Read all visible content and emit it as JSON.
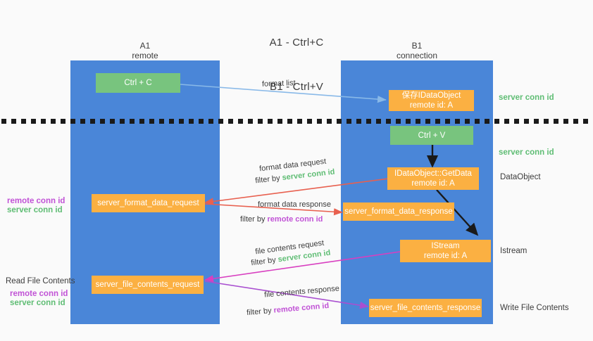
{
  "title": {
    "line1": "A1 - Ctrl+C",
    "line2": "B1 - Ctrl+V"
  },
  "columns": [
    {
      "name": "A1",
      "sub": "remote"
    },
    {
      "name": "B1",
      "sub": "connection"
    }
  ],
  "colors": {
    "lane": "#4a86d8",
    "green_box": "#78c47e",
    "orange_box": "#fbb042",
    "green_text": "#5fbd74",
    "purple_text": "#c153d6",
    "arrow_lightblue": "#89b9e8",
    "arrow_red": "#e8604f",
    "arrow_magenta": "#d83fc0",
    "arrow_purple": "#a94fd0",
    "arrow_black": "#1a1a1a",
    "background": "#fafafa",
    "text": "#3c3c3c"
  },
  "boxes": {
    "ctrl_c": {
      "label": "Ctrl + C"
    },
    "save_dataobject": {
      "line1": "保存IDataObject",
      "line2": "remote id: A"
    },
    "ctrl_v": {
      "label": "Ctrl + V"
    },
    "getdata": {
      "line1": "IDataObject::GetData",
      "line2": "remote id: A"
    },
    "istream": {
      "line1": "IStream",
      "line2": "remote id: A"
    },
    "server_format_data_request": {
      "label": "server_format_data_request"
    },
    "server_format_data_response": {
      "label": "server_format_data_response"
    },
    "server_file_contents_request": {
      "label": "server_file_contents_request"
    },
    "server_file_contents_response": {
      "label": "server_file_contents_response"
    }
  },
  "right_notes": {
    "server_conn_id_1": "server conn id",
    "server_conn_id_2": "server conn id",
    "dataobject": "DataObject",
    "istream": "Istream",
    "write_file_contents": "Write File Contents"
  },
  "left_notes": {
    "remote_conn_id_1": "remote conn id",
    "server_conn_id_1": "server conn id",
    "read_file_contents": "Read File Contents",
    "remote_conn_id_2": "remote conn id",
    "server_conn_id_2": "server conn id"
  },
  "edge_labels": {
    "format_list": "format list",
    "format_data_request": "format data request",
    "format_data_request_filter_prefix": "filter by ",
    "format_data_request_filter_value": "server conn id",
    "format_data_response": "format data response",
    "format_data_response_filter_prefix": "filter by ",
    "format_data_response_filter_value": "remote conn id",
    "file_contents_request": "file contents request",
    "file_contents_request_filter_prefix": "filter by ",
    "file_contents_request_filter_value": "server conn id",
    "file_contents_response": "file contents response",
    "file_contents_response_filter_prefix": "filter by ",
    "file_contents_response_filter_value": "remote conn id"
  }
}
